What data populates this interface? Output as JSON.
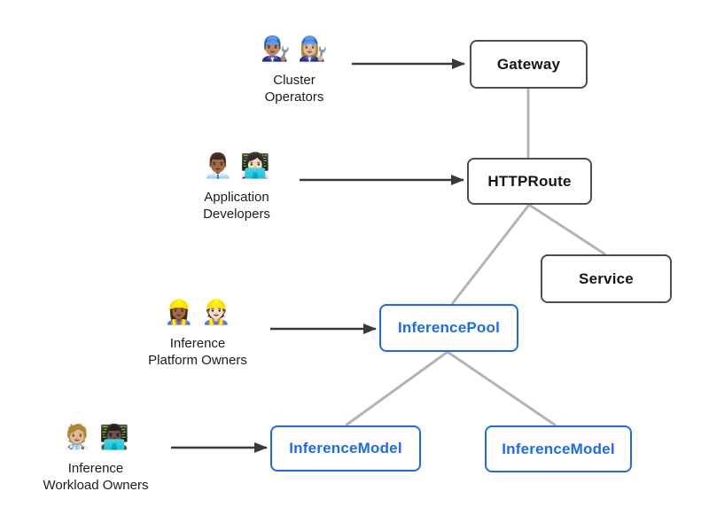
{
  "personas": {
    "cluster_operators": {
      "emoji": "👨🏽‍🔧 👩🏼‍🔧",
      "line1": "Cluster",
      "line2": "Operators"
    },
    "application_developers": {
      "emoji": "👨🏾‍💼 👩🏻‍💻",
      "line1": "Application",
      "line2": "Developers"
    },
    "inference_platform_owners": {
      "emoji": "👷🏾‍♀️ 👷🏻",
      "line1": "Inference",
      "line2": "Platform Owners"
    },
    "inference_workload_owners": {
      "emoji": "🧑🏼‍⚕️ 👨🏿‍💻",
      "line1": "Inference",
      "line2": "Workload Owners"
    }
  },
  "nodes": {
    "gateway": {
      "label": "Gateway"
    },
    "httproute": {
      "label": "HTTPRoute"
    },
    "service": {
      "label": "Service"
    },
    "inference_pool": {
      "label": "InferencePool"
    },
    "inference_model_left": {
      "label": "InferenceModel"
    },
    "inference_model_right": {
      "label": "InferenceModel"
    }
  },
  "edges": [
    {
      "from": "gateway",
      "to": "httproute",
      "style": "plain-gray"
    },
    {
      "from": "httproute",
      "to": "inference_pool",
      "style": "plain-gray"
    },
    {
      "from": "httproute",
      "to": "service",
      "style": "plain-gray"
    },
    {
      "from": "inference_pool",
      "to": "inference_model_left",
      "style": "plain-gray"
    },
    {
      "from": "inference_pool",
      "to": "inference_model_right",
      "style": "plain-gray"
    },
    {
      "from": "cluster_operators",
      "to": "gateway",
      "style": "arrow-dark"
    },
    {
      "from": "application_developers",
      "to": "httproute",
      "style": "arrow-dark"
    },
    {
      "from": "inference_platform_owners",
      "to": "inference_pool",
      "style": "arrow-dark"
    },
    {
      "from": "inference_workload_owners",
      "to": "inference_model_left",
      "style": "arrow-dark"
    }
  ],
  "colors": {
    "blue_accent": "#1b6bf2",
    "dark_border": "#4d4d4d",
    "text_dark": "#151515",
    "connector_gray": "#b4b4b4",
    "arrow_dark": "#3a3a3a",
    "background": "#ffffff"
  }
}
